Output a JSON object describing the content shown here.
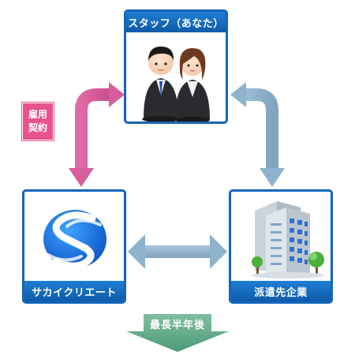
{
  "staff_box": {
    "title": "スタッフ（あなた）"
  },
  "company_box": {
    "title": "サカイクリエート"
  },
  "client_box": {
    "title": "派遣先企業"
  },
  "employment_label": {
    "line1": "雇用",
    "line2": "契約"
  },
  "footer": {
    "label": "最長半年後"
  },
  "colors": {
    "box_blue": "#1565b9",
    "header_blue": "#0f5aa8",
    "pink_arrow": "#d65f9b",
    "blue_arrow": "#8fb3cc",
    "green_arrow": "#6aa98c"
  }
}
